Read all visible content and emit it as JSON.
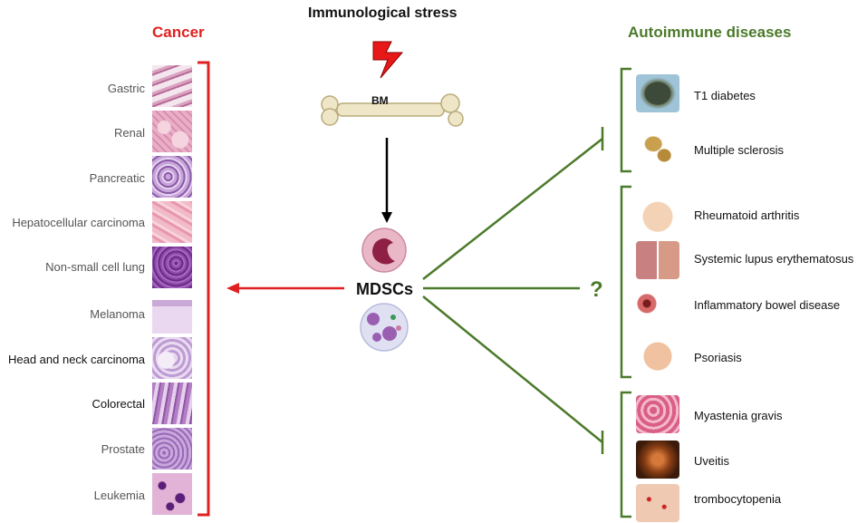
{
  "titles": {
    "stress": "Immunological stress",
    "cancer": "Cancer",
    "autoimmune": "Autoimmune diseases"
  },
  "bone_label": "BM",
  "center_label": "MDSCs",
  "question_mark": "?",
  "cancers": [
    {
      "label": "Gastric"
    },
    {
      "label": "Renal"
    },
    {
      "label": "Pancreatic"
    },
    {
      "label": "Hepatocellular carcinoma"
    },
    {
      "label": "Non-small cell lung"
    },
    {
      "label": "Melanoma"
    },
    {
      "label": "Head and neck carcinoma"
    },
    {
      "label": "Colorectal"
    },
    {
      "label": "Prostate"
    },
    {
      "label": "Leukemia"
    }
  ],
  "autoimmune_groups": [
    {
      "diseases": [
        "T1 diabetes",
        "Multiple sclerosis"
      ],
      "effect": "inhibited"
    },
    {
      "diseases": [
        "Rheumatoid arthritis",
        "Systemic lupus erythematosus",
        "Inflammatory bowel disease",
        "Psoriasis"
      ],
      "effect": "unknown"
    },
    {
      "diseases": [
        "Myastenia gravis",
        "Uveitis",
        "trombocytopenia"
      ],
      "effect": "inhibited"
    }
  ],
  "colors": {
    "cancer": "#e02020",
    "autoimmune": "#4b7a2a",
    "arrow_down": "#000000"
  }
}
